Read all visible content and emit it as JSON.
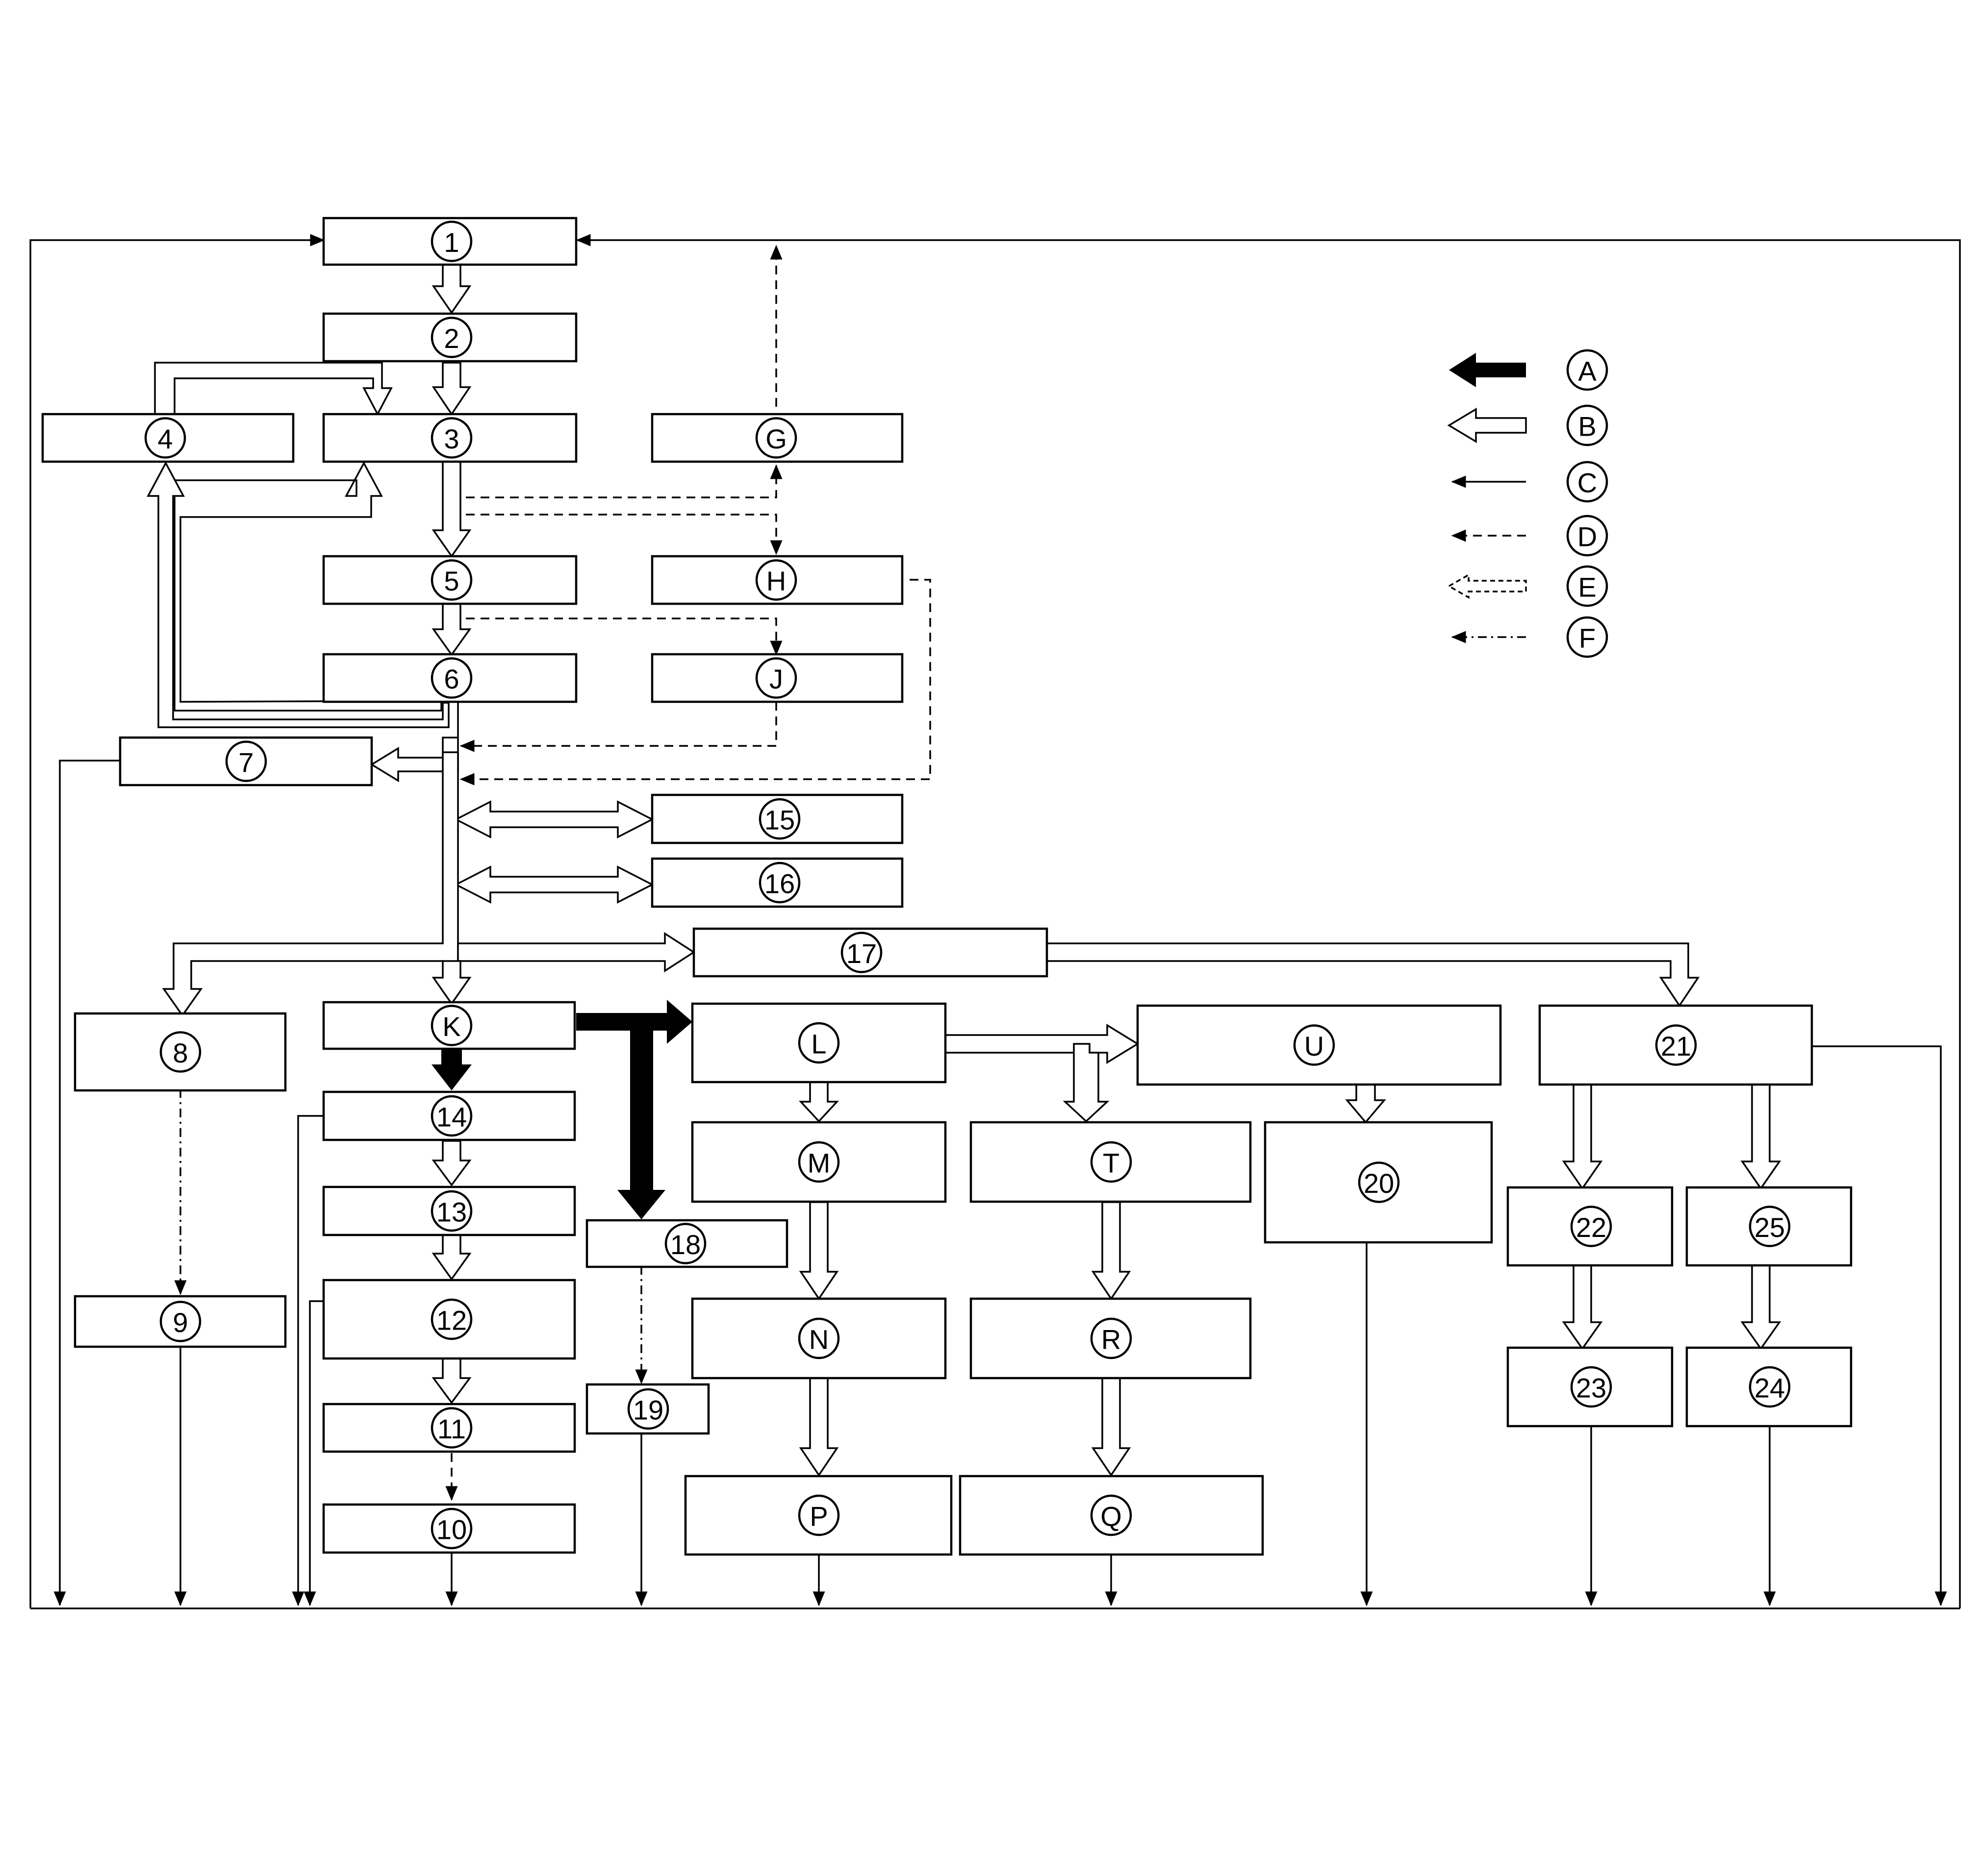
{
  "colors": {
    "stroke": "#000000",
    "background": "#ffffff"
  },
  "legend": [
    {
      "id": "A",
      "label": "A",
      "line_style": "thick-solid-arrow"
    },
    {
      "id": "B",
      "label": "B",
      "line_style": "hollow-double-line-arrow"
    },
    {
      "id": "C",
      "label": "C",
      "line_style": "thin-solid-arrow"
    },
    {
      "id": "D",
      "label": "D",
      "line_style": "dashed-arrow"
    },
    {
      "id": "E",
      "label": "E",
      "line_style": "hollow-dashed-arrow"
    },
    {
      "id": "F",
      "label": "F",
      "line_style": "dash-dot-arrow"
    }
  ],
  "nodes": [
    {
      "id": "n1",
      "label": "1"
    },
    {
      "id": "n2",
      "label": "2"
    },
    {
      "id": "n3",
      "label": "3"
    },
    {
      "id": "n4",
      "label": "4"
    },
    {
      "id": "nG",
      "label": "G"
    },
    {
      "id": "n5",
      "label": "5"
    },
    {
      "id": "nH",
      "label": "H"
    },
    {
      "id": "n6",
      "label": "6"
    },
    {
      "id": "nJ",
      "label": "J"
    },
    {
      "id": "n7",
      "label": "7"
    },
    {
      "id": "n15",
      "label": "15"
    },
    {
      "id": "n16",
      "label": "16"
    },
    {
      "id": "n17",
      "label": "17"
    },
    {
      "id": "n8",
      "label": "8"
    },
    {
      "id": "nK",
      "label": "K"
    },
    {
      "id": "nL",
      "label": "L"
    },
    {
      "id": "nU",
      "label": "U"
    },
    {
      "id": "n21",
      "label": "21"
    },
    {
      "id": "n14",
      "label": "14"
    },
    {
      "id": "nM",
      "label": "M"
    },
    {
      "id": "nT",
      "label": "T"
    },
    {
      "id": "n20",
      "label": "20"
    },
    {
      "id": "n13",
      "label": "13"
    },
    {
      "id": "n18",
      "label": "18"
    },
    {
      "id": "n22",
      "label": "22"
    },
    {
      "id": "n25",
      "label": "25"
    },
    {
      "id": "n9",
      "label": "9"
    },
    {
      "id": "n12",
      "label": "12"
    },
    {
      "id": "nN",
      "label": "N"
    },
    {
      "id": "nR",
      "label": "R"
    },
    {
      "id": "n23",
      "label": "23"
    },
    {
      "id": "n24",
      "label": "24"
    },
    {
      "id": "n19",
      "label": "19"
    },
    {
      "id": "n11",
      "label": "11"
    },
    {
      "id": "nP",
      "label": "P"
    },
    {
      "id": "nQ",
      "label": "Q"
    },
    {
      "id": "n10",
      "label": "10"
    }
  ],
  "edges": [
    {
      "from": "n1",
      "to": "n2",
      "style": "B"
    },
    {
      "from": "n2",
      "to": "n3",
      "style": "B"
    },
    {
      "from": "n4",
      "to": "n3",
      "style": "B"
    },
    {
      "from": "n3",
      "to": "n5",
      "style": "B"
    },
    {
      "from": "n3",
      "to": "nG",
      "style": "D"
    },
    {
      "from": "n3",
      "to": "nH",
      "style": "D"
    },
    {
      "from": "nG",
      "to": "n1",
      "style": "D"
    },
    {
      "from": "n5",
      "to": "n6",
      "style": "B"
    },
    {
      "from": "n5",
      "to": "nJ",
      "style": "D"
    },
    {
      "from": "nJ",
      "to": "n6",
      "style": "D"
    },
    {
      "from": "nH",
      "to": "n6",
      "style": "D"
    },
    {
      "from": "n6",
      "to": "n3",
      "style": "B"
    },
    {
      "from": "n6",
      "to": "n4",
      "style": "B"
    },
    {
      "from": "n6",
      "to": "n7",
      "style": "B"
    },
    {
      "from": "n6",
      "to": "n15",
      "style": "B"
    },
    {
      "from": "n6",
      "to": "n16",
      "style": "B"
    },
    {
      "from": "n6",
      "to": "n17",
      "style": "B"
    },
    {
      "from": "n6",
      "to": "n8",
      "style": "B"
    },
    {
      "from": "n6",
      "to": "nK",
      "style": "B"
    },
    {
      "from": "n17",
      "to": "n21",
      "style": "B"
    },
    {
      "from": "nK",
      "to": "n14",
      "style": "A"
    },
    {
      "from": "nK",
      "to": "nL",
      "style": "A"
    },
    {
      "from": "nK",
      "to": "n18",
      "style": "A"
    },
    {
      "from": "nL",
      "to": "nU",
      "style": "B"
    },
    {
      "from": "nL",
      "to": "nT",
      "style": "B"
    },
    {
      "from": "nL",
      "to": "nM",
      "style": "B"
    },
    {
      "from": "nM",
      "to": "nN",
      "style": "B"
    },
    {
      "from": "nN",
      "to": "nP",
      "style": "B"
    },
    {
      "from": "nT",
      "to": "nR",
      "style": "B"
    },
    {
      "from": "nR",
      "to": "nQ",
      "style": "B"
    },
    {
      "from": "nU",
      "to": "n20",
      "style": "B"
    },
    {
      "from": "n21",
      "to": "n22",
      "style": "B"
    },
    {
      "from": "n21",
      "to": "n25",
      "style": "B"
    },
    {
      "from": "n22",
      "to": "n23",
      "style": "B"
    },
    {
      "from": "n25",
      "to": "n24",
      "style": "B"
    },
    {
      "from": "n14",
      "to": "n13",
      "style": "B"
    },
    {
      "from": "n13",
      "to": "n12",
      "style": "B"
    },
    {
      "from": "n12",
      "to": "n11",
      "style": "B"
    },
    {
      "from": "n11",
      "to": "n10",
      "style": "D"
    },
    {
      "from": "n8",
      "to": "n9",
      "style": "F"
    },
    {
      "from": "n18",
      "to": "n19",
      "style": "F"
    }
  ]
}
